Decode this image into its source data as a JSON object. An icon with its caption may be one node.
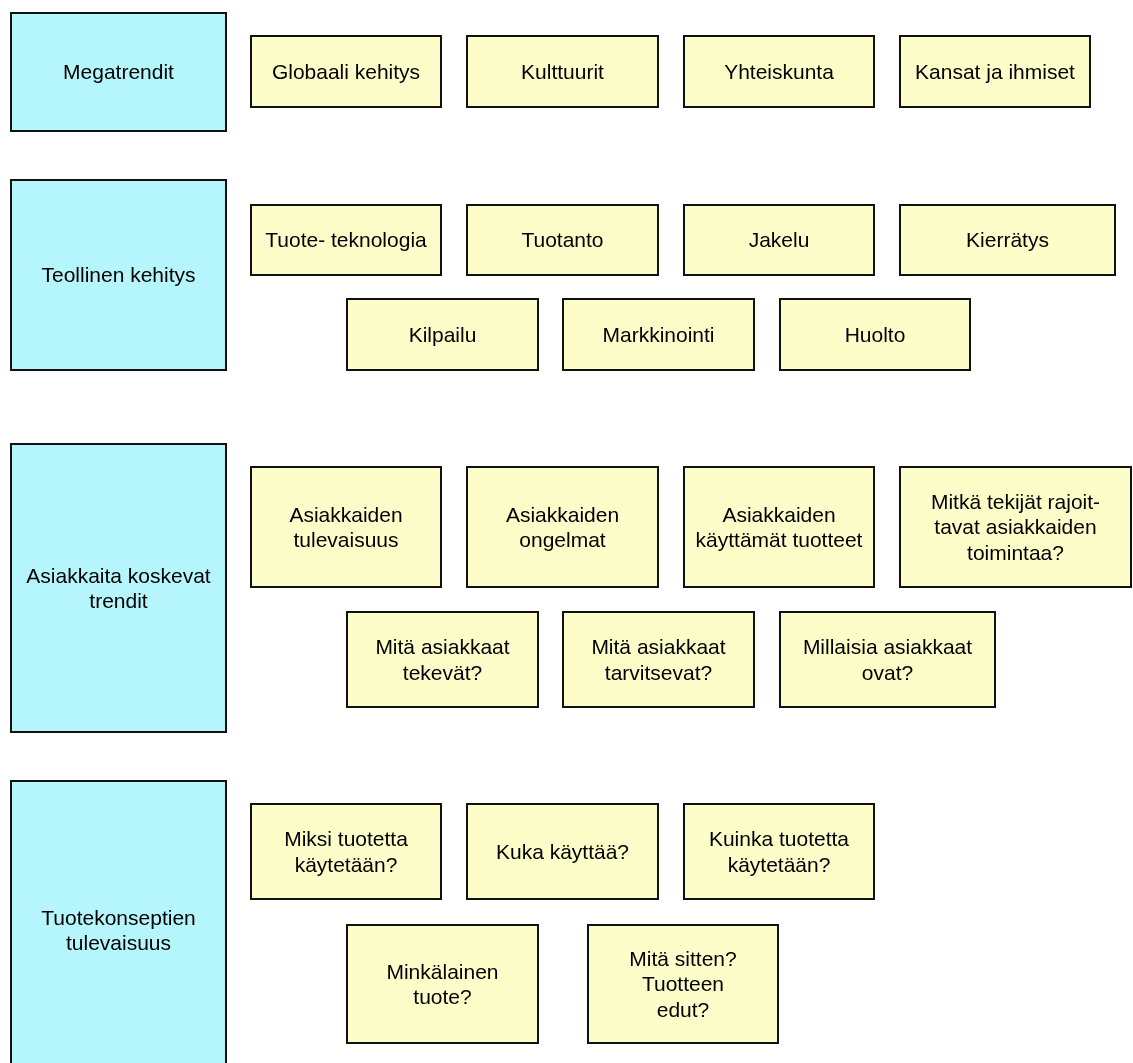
{
  "diagram": {
    "nodes": [
      {
        "text": [
          "Megatrendit"
        ]
      },
      {
        "text": [
          "Globaali kehitys"
        ]
      },
      {
        "text": [
          "Kulttuurit"
        ]
      },
      {
        "text": [
          "Yhteiskunta"
        ]
      },
      {
        "text": [
          "Kansat ja ihmiset"
        ]
      },
      {
        "text": [
          "Teollinen kehitys"
        ]
      },
      {
        "text": [
          "Tuote- teknologia"
        ]
      },
      {
        "text": [
          "Tuotanto"
        ]
      },
      {
        "text": [
          "Jakelu"
        ]
      },
      {
        "text": [
          "Kierrätys"
        ]
      },
      {
        "text": [
          "Kilpailu"
        ]
      },
      {
        "text": [
          "Markkinointi"
        ]
      },
      {
        "text": [
          "Huolto"
        ]
      },
      {
        "text": [
          "Asiakkaita koskevat trendit"
        ]
      },
      {
        "text": [
          "Asiakkaiden tulevaisuus"
        ]
      },
      {
        "text": [
          "Asiakkaiden ongelmat"
        ]
      },
      {
        "text": [
          "Asiakkaiden käyttämät tuotteet"
        ]
      },
      {
        "text": [
          "Mitkä tekijät rajoit- tavat asiakkaiden toimintaa?"
        ]
      },
      {
        "text": [
          "Mitä asiakkaat tekevät?"
        ]
      },
      {
        "text": [
          "Mitä asiakkaat tarvitsevat?"
        ]
      },
      {
        "text": [
          "Millaisia asiakkaat ovat?"
        ]
      },
      {
        "text": [
          "Tuotekonseptien tulevaisuus"
        ]
      },
      {
        "text": [
          "Miksi tuotetta käytetään?"
        ]
      },
      {
        "text": [
          "Kuka käyttää?"
        ]
      },
      {
        "text": [
          "Kuinka tuotetta käytetään?"
        ]
      },
      {
        "text": [
          "Minkälainen tuote?"
        ]
      },
      {
        "text": [
          "Mitä sitten? Tuotteen edut?"
        ]
      }
    ],
    "edges": []
  }
}
